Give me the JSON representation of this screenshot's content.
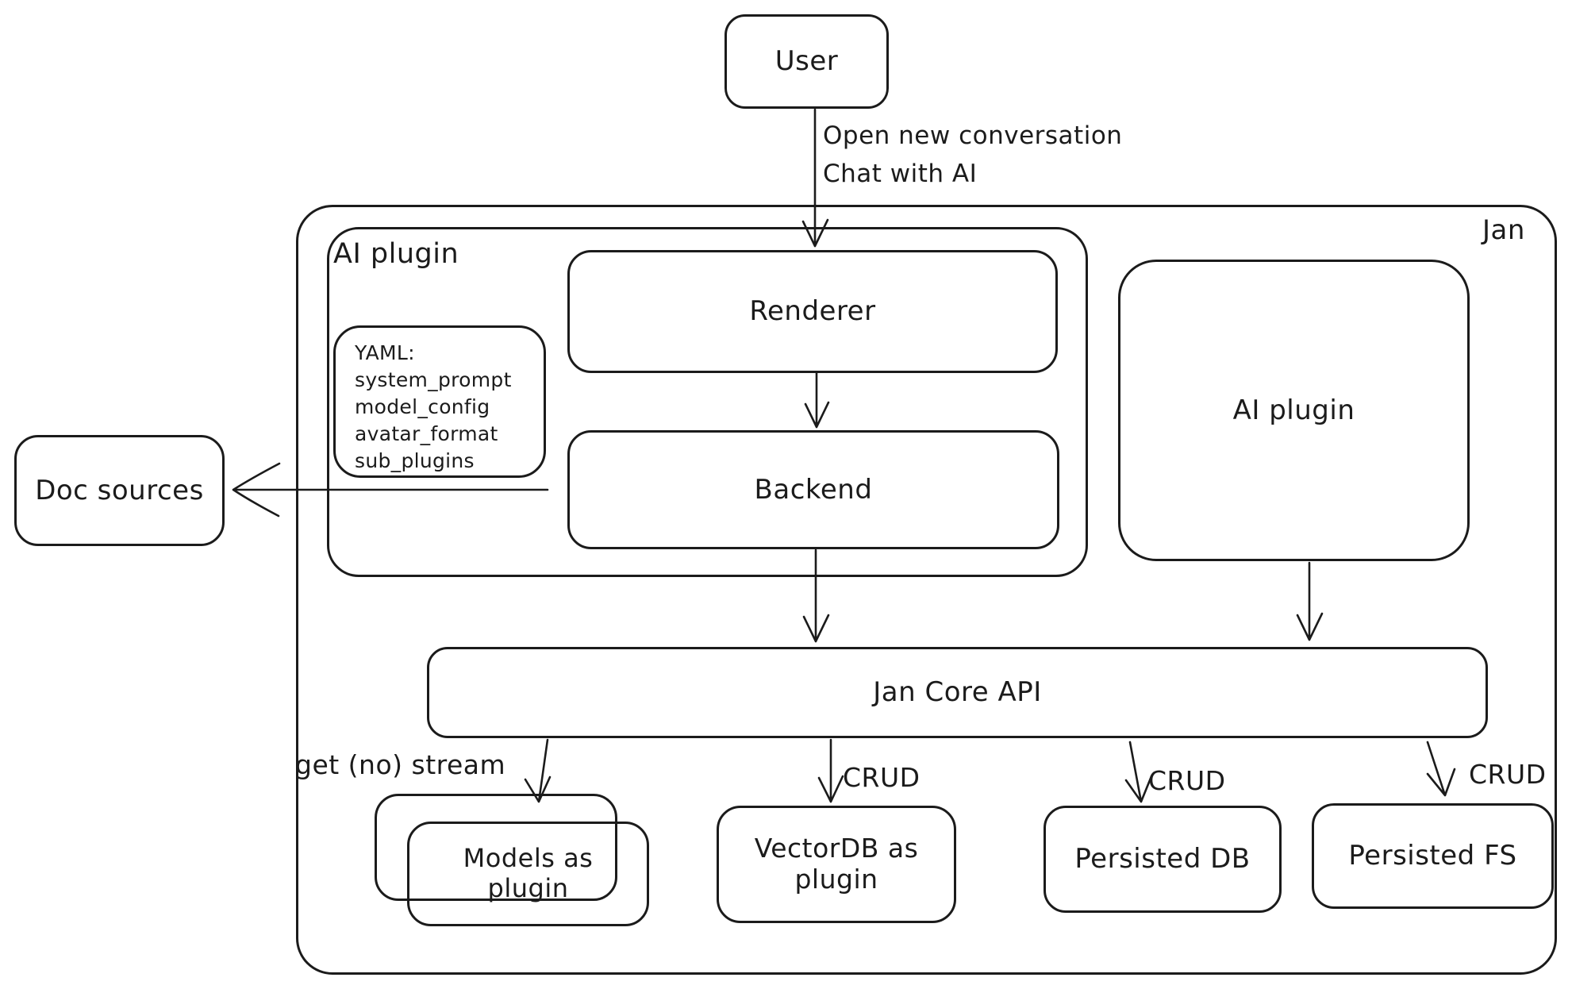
{
  "canvas": {
    "background": "#ffffff",
    "ink": "#1b1b1b"
  },
  "nodes": {
    "user": {
      "label": "User"
    },
    "jan_container": {
      "label": "Jan"
    },
    "ai_plugin_left": {
      "label": "AI plugin"
    },
    "renderer": {
      "label": "Renderer"
    },
    "yaml_note": {
      "lines": [
        "YAML:",
        "system_prompt",
        "model_config",
        "avatar_format",
        "sub_plugins"
      ]
    },
    "backend": {
      "label": "Backend"
    },
    "doc_sources": {
      "label": "Doc sources"
    },
    "ai_plugin_right": {
      "label": "AI plugin"
    },
    "jan_core_api": {
      "label": "Jan Core API"
    },
    "models_as_plugin": {
      "label": "Models as plugin"
    },
    "vectordb_as_plugin": {
      "label": "VectorDB as plugin"
    },
    "persisted_db": {
      "label": "Persisted DB"
    },
    "persisted_fs": {
      "label": "Persisted FS"
    }
  },
  "edges": {
    "user_to_renderer": {
      "label_line1": "Open new conversation",
      "label_line2": "Chat with AI"
    },
    "jan_core_to_models": {
      "label": "get (no) stream"
    },
    "jan_core_to_vectordb": {
      "label": "CRUD"
    },
    "jan_core_to_persisted_db": {
      "label": "CRUD"
    },
    "jan_core_to_persisted_fs": {
      "label": "CRUD"
    }
  }
}
